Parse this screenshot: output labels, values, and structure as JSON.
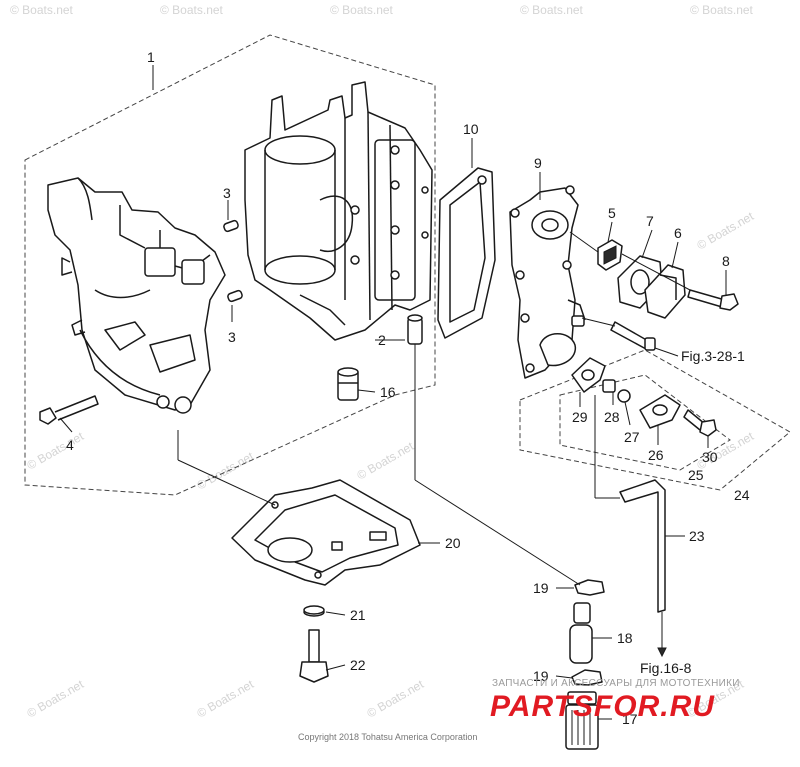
{
  "labels": {
    "p1": "1",
    "p2": "2",
    "p3a": "3",
    "p3b": "3",
    "p4": "4",
    "p5": "5",
    "p6": "6",
    "p7": "7",
    "p8": "8",
    "p9": "9",
    "p10": "10",
    "p16": "16",
    "p17": "17",
    "p18": "18",
    "p19a": "19",
    "p19b": "19",
    "p20": "20",
    "p21": "21",
    "p22": "22",
    "p23": "23",
    "p24": "24",
    "p25": "25",
    "p26": "26",
    "p27": "27",
    "p28": "28",
    "p29": "29",
    "p30": "30"
  },
  "figure_refs": {
    "fig_3_28_1": "Fig.3-28-1",
    "fig_16_8": "Fig.16-8"
  },
  "watermark": "© Boats.net",
  "copyright": "Copyright 2018 Tohatsu America Corporation",
  "brand": {
    "tagline": "ЗАПЧАСТИ И АКСЕССУАРЫ ДЛЯ МОТОТЕХНИКИ",
    "name": "PARTSFOR.RU"
  },
  "colors": {
    "line": "#1a1a1a",
    "watermark": "#d4d4d4",
    "brand_red": "#e11a22"
  }
}
